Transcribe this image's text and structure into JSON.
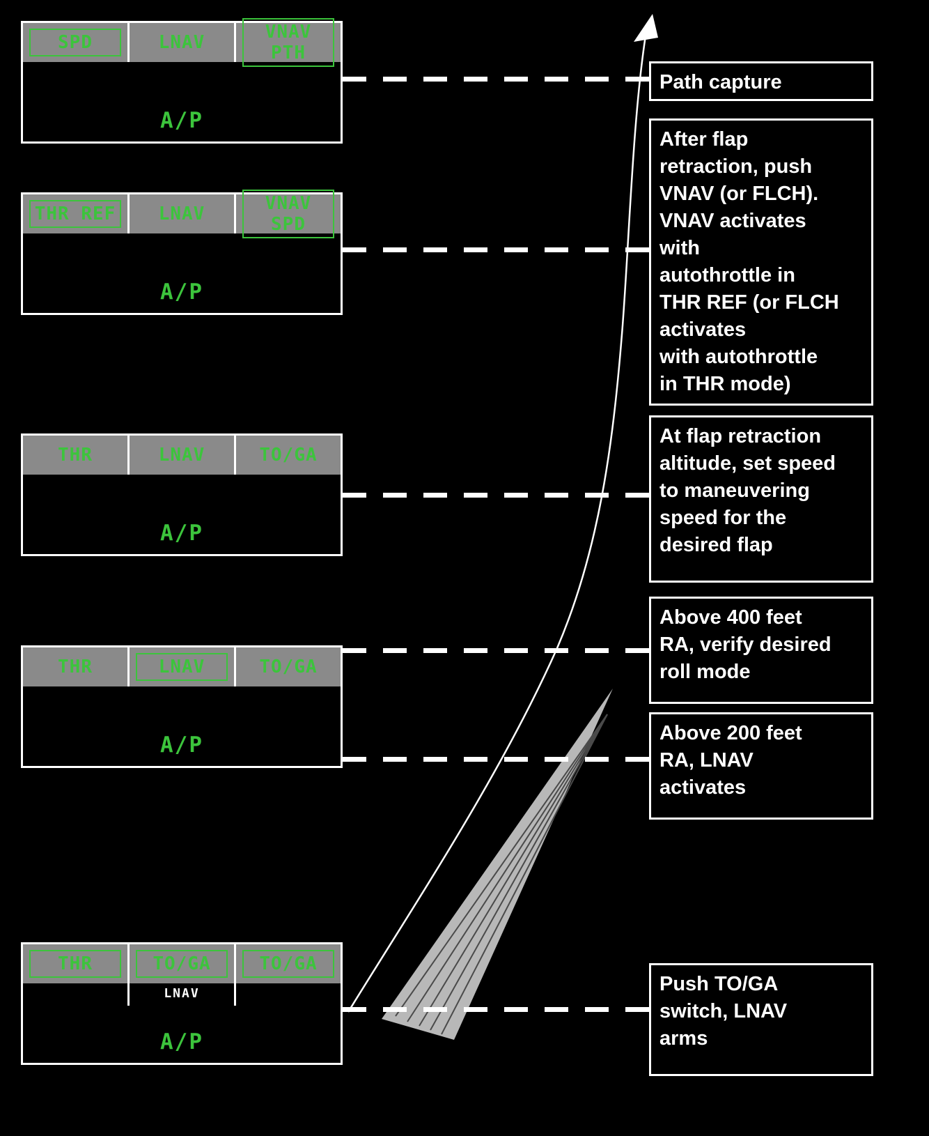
{
  "colors": {
    "fma-green": "#3cc43c",
    "strip-gray": "#8a8a8a",
    "runway-gray": "#b8b8b8",
    "runway-line": "#4a4a4a"
  },
  "fma_boxes": [
    {
      "cells": [
        {
          "label": "SPD",
          "boxed": true
        },
        {
          "label": "LNAV",
          "boxed": false
        },
        {
          "label": "VNAV PTH",
          "boxed": true
        }
      ],
      "ap_label": "A/P"
    },
    {
      "cells": [
        {
          "label": "THR REF",
          "boxed": true
        },
        {
          "label": "LNAV",
          "boxed": false
        },
        {
          "label": "VNAV SPD",
          "boxed": true
        }
      ],
      "ap_label": "A/P"
    },
    {
      "cells": [
        {
          "label": "THR",
          "boxed": false
        },
        {
          "label": "LNAV",
          "boxed": false
        },
        {
          "label": "TO/GA",
          "boxed": false
        }
      ],
      "ap_label": "A/P"
    },
    {
      "cells": [
        {
          "label": "THR",
          "boxed": false
        },
        {
          "label": "LNAV",
          "boxed": true
        },
        {
          "label": "TO/GA",
          "boxed": false
        }
      ],
      "ap_label": "A/P"
    },
    {
      "cells": [
        {
          "label": "THR",
          "boxed": true
        },
        {
          "label": "TO/GA",
          "boxed": true
        },
        {
          "label": "TO/GA",
          "boxed": true
        }
      ],
      "armed": [
        "",
        "LNAV",
        ""
      ],
      "ap_label": "A/P"
    }
  ],
  "annotations": [
    {
      "text": "Path capture"
    },
    {
      "text": "After flap\nretraction, push\nVNAV (or FLCH).\nVNAV activates\nwith\nautothrottle in\nTHR REF (or FLCH\nactivates\nwith autothrottle\nin THR mode)"
    },
    {
      "text": "At flap retraction\naltitude, set speed\nto maneuvering\nspeed for the\ndesired flap"
    },
    {
      "text": "Above 400 feet\nRA, verify desired\nroll mode"
    },
    {
      "text": "Above 200 feet\nRA, LNAV\nactivates"
    },
    {
      "text": "Push TO/GA\nswitch, LNAV\narms"
    }
  ]
}
